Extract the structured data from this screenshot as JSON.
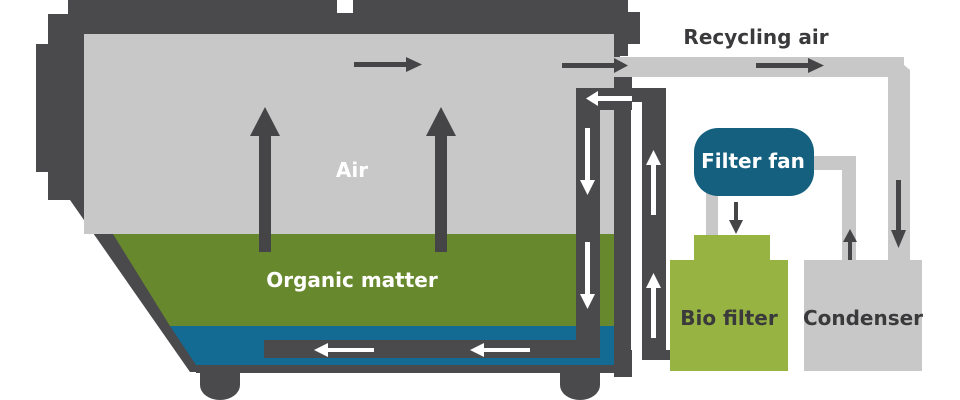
{
  "diagram": {
    "title": "Recycling air",
    "labels": {
      "air": "Air",
      "organic_matter": "Organic matter",
      "filter_fan": "Filter fan",
      "bio_filter": "Bio filter",
      "condenser": "Condenser",
      "recycling_air": "Recycling air"
    },
    "colors": {
      "tank_wall": "#4a4a4c",
      "air": "#c8c8c8",
      "organic_matter": "#68882e",
      "water": "#136a92",
      "filter_fan": "#15607f",
      "bio_filter": "#97b342",
      "condenser": "#c8c8c8",
      "pipe_light": "#c8c8c8",
      "arrow_dark": "#454547",
      "arrow_white": "#ffffff",
      "label_dark": "#3a3a3c",
      "label_light": "#ffffff"
    }
  }
}
